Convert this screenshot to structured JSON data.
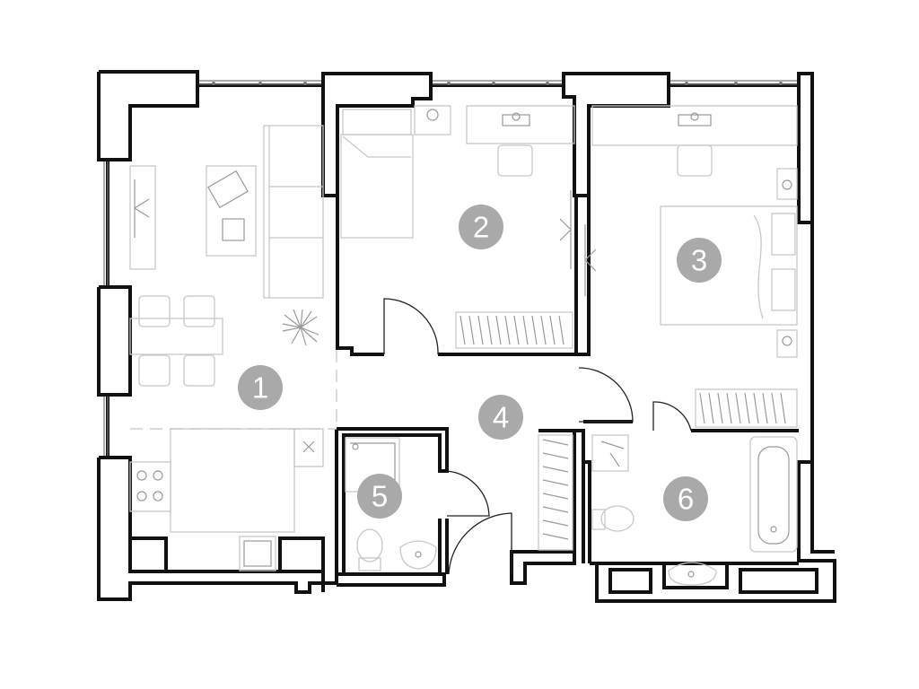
{
  "rooms": [
    {
      "id": "room-1",
      "number": "1"
    },
    {
      "id": "room-2",
      "number": "2"
    },
    {
      "id": "room-3",
      "number": "3"
    },
    {
      "id": "room-4",
      "number": "4"
    },
    {
      "id": "room-5",
      "number": "5"
    },
    {
      "id": "room-6",
      "number": "6"
    }
  ],
  "colors": {
    "wall": "#111111",
    "badge": "#a9a9a9",
    "furniture": "#c8c8c8"
  }
}
